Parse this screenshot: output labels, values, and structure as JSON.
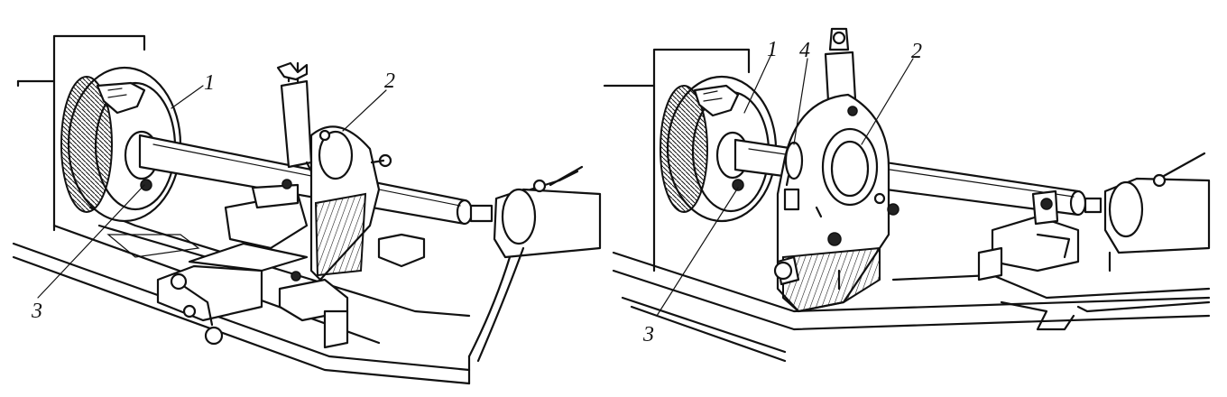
{
  "figure": {
    "left_panel": {
      "labels": [
        "1",
        "2",
        "3"
      ]
    },
    "right_panel": {
      "labels": [
        "1",
        "4",
        "2",
        "3"
      ]
    }
  },
  "colors": {
    "ink": "#111111",
    "paper": "#ffffff"
  }
}
